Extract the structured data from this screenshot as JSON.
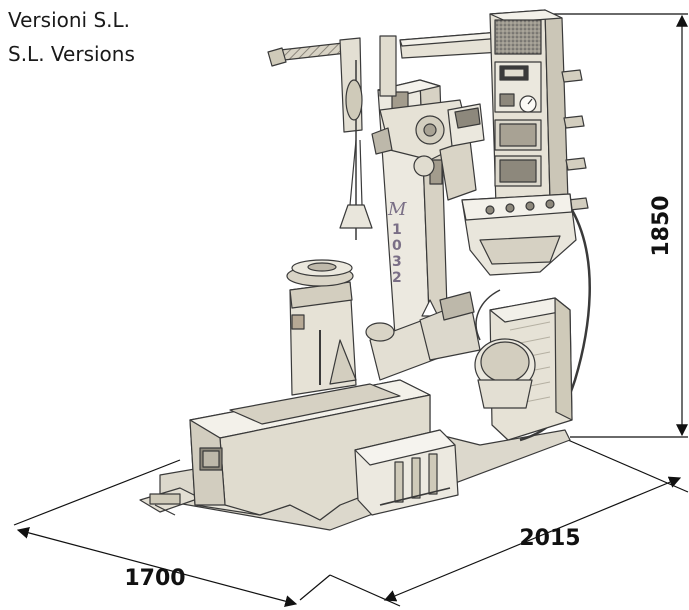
{
  "captions": {
    "line1": "Versioni S.L.",
    "line2": "S.L. Versions"
  },
  "dimensions": {
    "height": "1850",
    "length": "2015",
    "width": "1700"
  },
  "colors": {
    "machine_body": "#e9e6dc",
    "machine_shadow": "#c9c4b5",
    "outline": "#3a3a3a",
    "dimension_line": "#111111"
  }
}
